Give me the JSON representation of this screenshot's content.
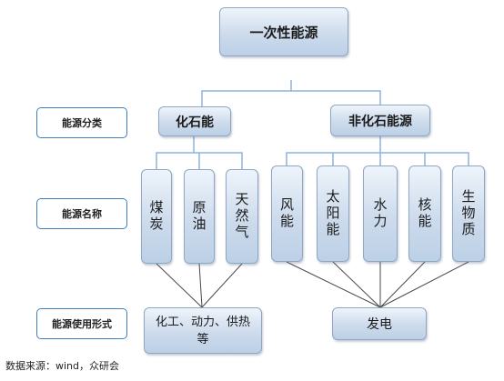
{
  "root": "一次性能源",
  "row_labels": {
    "category": "能源分类",
    "name": "能源名称",
    "usage": "能源使用形式"
  },
  "categories": {
    "fossil": "化石能",
    "non_fossil": "非化石能源"
  },
  "fossil_energy": [
    "煤炭",
    "原油",
    "天然气"
  ],
  "non_fossil_energy": [
    "风能",
    "太阳能",
    "水力",
    "核能",
    "生物质"
  ],
  "usage": {
    "fossil": "化工、动力、供热等",
    "non_fossil": "发电"
  },
  "source": "数据来源：wind，众研会"
}
